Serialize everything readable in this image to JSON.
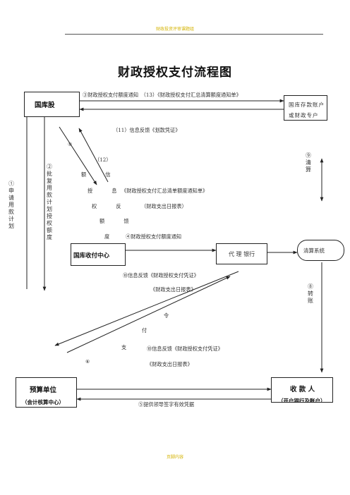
{
  "header": {
    "text": "财政投资评审课题组"
  },
  "title": "财政授权支付流程图",
  "boxes": {
    "guoku": "国库股",
    "guoku_account": "国库存款账户或财政专户",
    "shouzhi": "国库收付中心",
    "daili": "代 理 银行",
    "qingsuan": "清算系统",
    "yusuan_line1": "预算单位",
    "yusuan_line2": "（会计核算中心）",
    "shoukuan_line1": "收 款 人",
    "shoukuan_line2": "（开户银行及账户）"
  },
  "labels": {
    "l3": "③财政授权支付额度通知　（13）《财政授权支付汇总清算额度通知单》",
    "l11": "（11）信息反馈《划款凭证》",
    "l9": "⑨",
    "l12": "（12）",
    "l9_qingsuan": "⑨清算",
    "v1": "①申请用款计划",
    "v2": "②批复用款计划　授权额度",
    "diag_a": "额　信",
    "diag_b": "授　息",
    "diag_doc1": "《财政授权支付汇总清单额度通知单》",
    "diag_c": "权　反",
    "diag_doc2": "（财政支出日报表）",
    "diag_d": "额　馈",
    "diag_e": "度",
    "l4": "④财政授权支付额度通知",
    "l10a": "⑩信息反馈《财政授权支付凭证》",
    "l10a_doc": "《财政支出日报表》",
    "l8": "⑧转账",
    "ling": "令",
    "fu": "付",
    "zhi": "支",
    "l10b": "⑩信息反馈《财政授权支付凭证》",
    "l6": "⑥",
    "l10b_doc": "《财政支出日报表》",
    "l5": "⑤提供领导签字有效凭据"
  },
  "footer": {
    "text": "页脚内容"
  }
}
